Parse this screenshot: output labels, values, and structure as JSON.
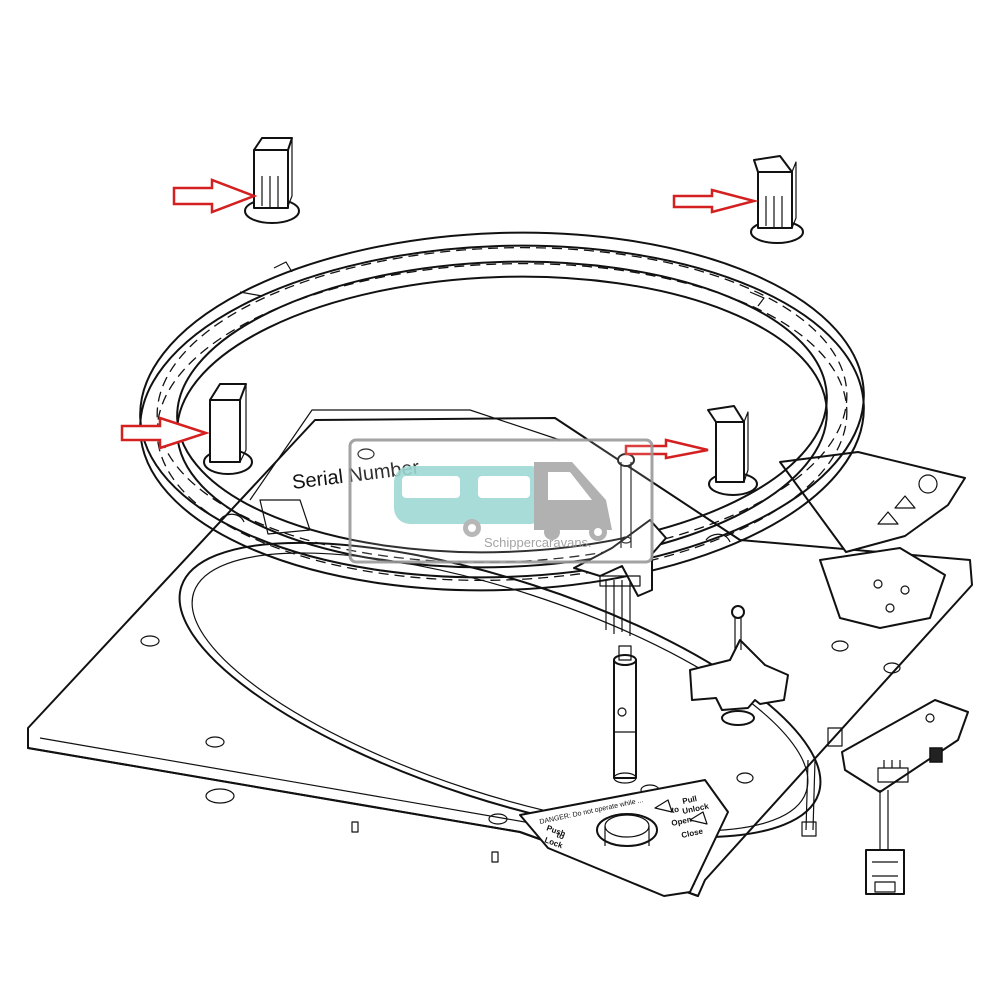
{
  "diagram": {
    "serial_label": "Serial Number",
    "watermark_text": "Schippercaravans.",
    "plate_labels": {
      "pull": "Pull",
      "unlock": "Unlock",
      "to": "to",
      "open": "Open",
      "close": "Close",
      "push": "Push",
      "lock": "Lock",
      "to2": "to",
      "danger": "DANGER: Do not operate while ..."
    }
  },
  "colors": {
    "arrow": "#d42020",
    "line": "#111111",
    "watermark_teal": "#9fd9d4",
    "watermark_gray": "#a9a9a9"
  },
  "icons": [
    "caravan-logo-icon",
    "camper-van-icon",
    "red-arrow-icon"
  ]
}
